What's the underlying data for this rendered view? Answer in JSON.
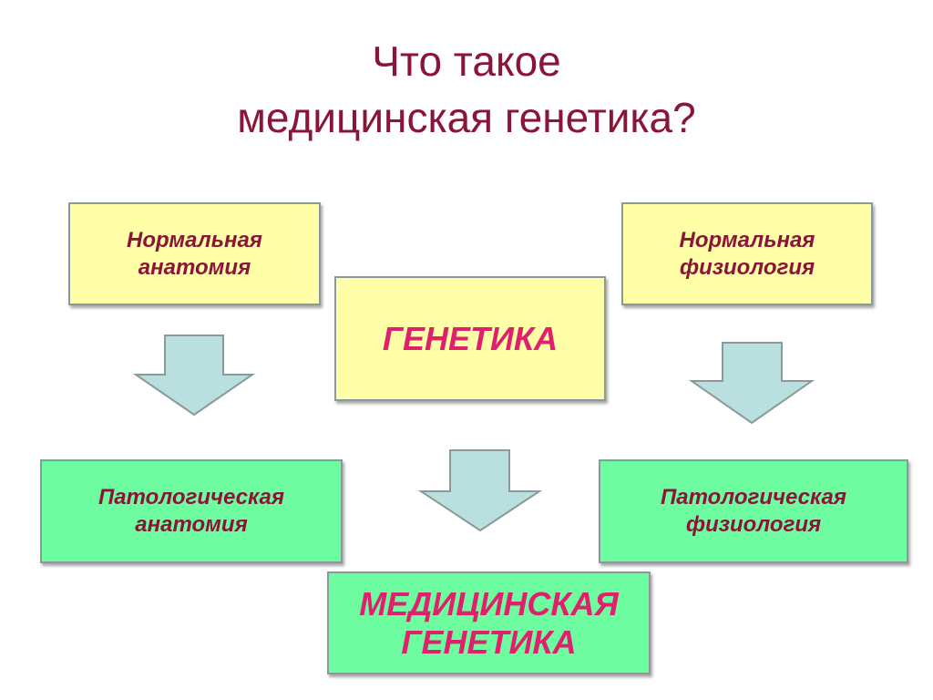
{
  "title": {
    "line1": "Что такое",
    "line2": "медицинская генетика?"
  },
  "boxes": {
    "normal_anatomy": {
      "line1": "Нормальная",
      "line2": "анатомия"
    },
    "normal_physiology": {
      "line1": "Нормальная",
      "line2": "физиология"
    },
    "genetics": {
      "line1": "ГЕНЕТИКА"
    },
    "path_anatomy": {
      "line1": "Патологическая",
      "line2": "анатомия"
    },
    "path_physiology": {
      "line1": "Патологическая",
      "line2": "физиология"
    },
    "medical_genetics": {
      "line1": "МЕДИЦИНСКАЯ",
      "line2": "ГЕНЕТИКА"
    }
  },
  "colors": {
    "title": "#8b1538",
    "small_text": "#8b1538",
    "big_text": "#e0206c",
    "yellow_box": "#ffffa8",
    "green_box": "#6dfda0",
    "arrow_fill": "#b9dfdf",
    "border": "#8a9a9a"
  },
  "icons": [
    "arrow-down-icon"
  ]
}
